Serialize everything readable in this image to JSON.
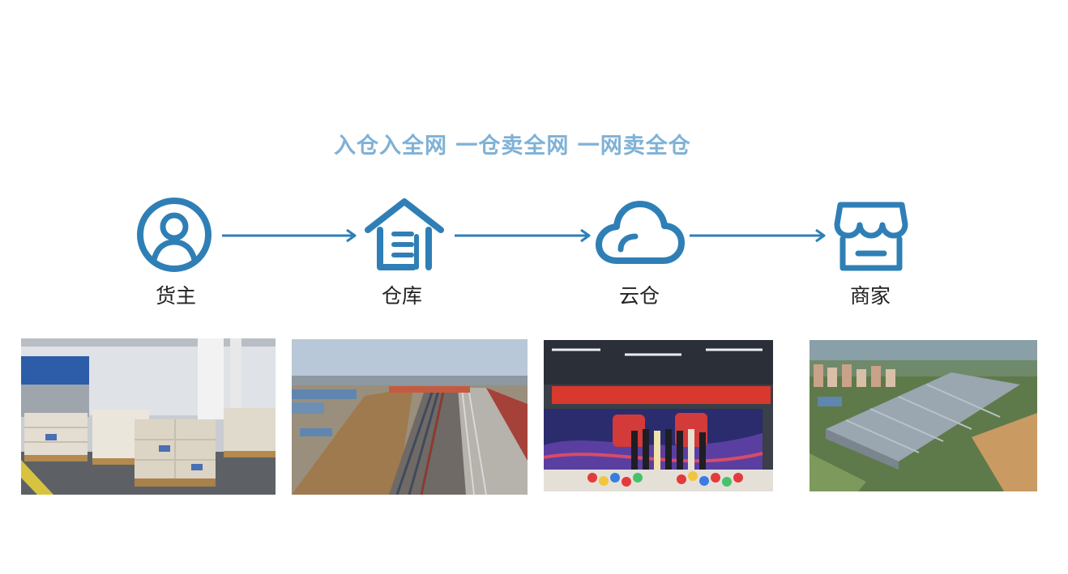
{
  "headline": "入仓入全网 一仓卖全网 一网卖全仓",
  "colors": {
    "headline": "#7fb1d6",
    "icon_blue": "#2f7fb6",
    "label": "#222222"
  },
  "flow": {
    "steps": [
      {
        "label": "货主",
        "icon": "user-circle-icon"
      },
      {
        "label": "仓库",
        "icon": "warehouse-house-icon"
      },
      {
        "label": "云仓",
        "icon": "cloud-icon"
      },
      {
        "label": "商家",
        "icon": "storefront-icon"
      }
    ]
  },
  "photos": [
    {
      "subject": "warehouse-interior-pallets"
    },
    {
      "subject": "rail-freight-yard-aerial"
    },
    {
      "subject": "opening-ceremony-stage"
    },
    {
      "subject": "logistics-park-aerial"
    }
  ]
}
